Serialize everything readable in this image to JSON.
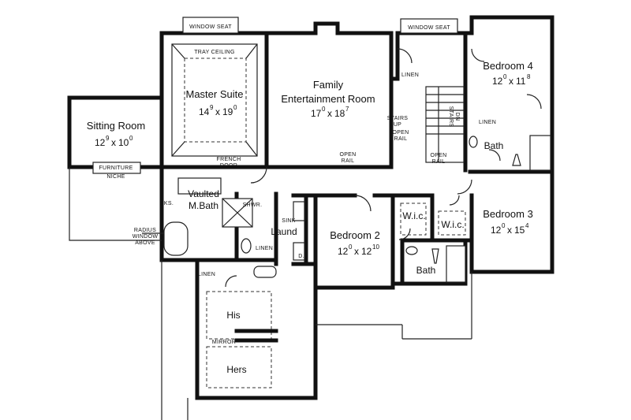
{
  "rooms": {
    "master_suite": {
      "name": "Master Suite",
      "w_ft": "14",
      "w_in": "9",
      "d_ft": "19",
      "d_in": "0"
    },
    "family_room": {
      "name_line1": "Family",
      "name_line2": "Entertainment Room",
      "w_ft": "17",
      "w_in": "0",
      "d_ft": "18",
      "d_in": "7"
    },
    "bedroom4": {
      "name": "Bedroom 4",
      "w_ft": "12",
      "w_in": "0",
      "d_ft": "11",
      "d_in": "8"
    },
    "sitting_room": {
      "name": "Sitting Room",
      "w_ft": "12",
      "w_in": "9",
      "d_ft": "10",
      "d_in": "0"
    },
    "bedroom2": {
      "name": "Bedroom 2",
      "w_ft": "12",
      "w_in": "0",
      "d_ft": "12",
      "d_in": "10"
    },
    "bedroom3": {
      "name": "Bedroom 3",
      "w_ft": "12",
      "w_in": "0",
      "d_ft": "15",
      "d_in": "4"
    },
    "vaulted_bath_line1": "Vaulted",
    "vaulted_bath_line2": "M.Bath",
    "his": "His",
    "hers": "Hers",
    "laund": "Laund",
    "bath_a": "Bath",
    "bath_b": "Bath",
    "wic_a": "W.i.c.",
    "wic_b": "W.i.c."
  },
  "notes": {
    "window_seat_1": "WINDOW SEAT",
    "window_seat_2": "WINDOW SEAT",
    "tray_ceiling": "TRAY CEILING",
    "linen_1": "LINEN",
    "linen_2": "LINEN",
    "linen_3": "LINEN",
    "linen_4": "LINEN",
    "stairs_up_1": "STAIRS",
    "stairs_up_2": "UP",
    "stairs_dn_1": "STAIRS",
    "stairs_dn_2": "DN",
    "open_rail_1a": "OPEN",
    "open_rail_1b": "RAIL",
    "open_rail_2a": "OPEN",
    "open_rail_2b": "RAIL",
    "open_rail_3a": "OPEN",
    "open_rail_3b": "RAIL",
    "furniture_niche_1": "FURNITURE",
    "furniture_niche_2": "NICHE",
    "french_door_1": "FRENCH",
    "french_door_2": "DOOR",
    "ks": "KS.",
    "shwr": "SHWR.",
    "sink": "SINK",
    "d": "D.",
    "mirror": "MIRROR",
    "radius_1": "RADIUS",
    "radius_2": "WINDOW",
    "radius_3": "ABOVE"
  }
}
